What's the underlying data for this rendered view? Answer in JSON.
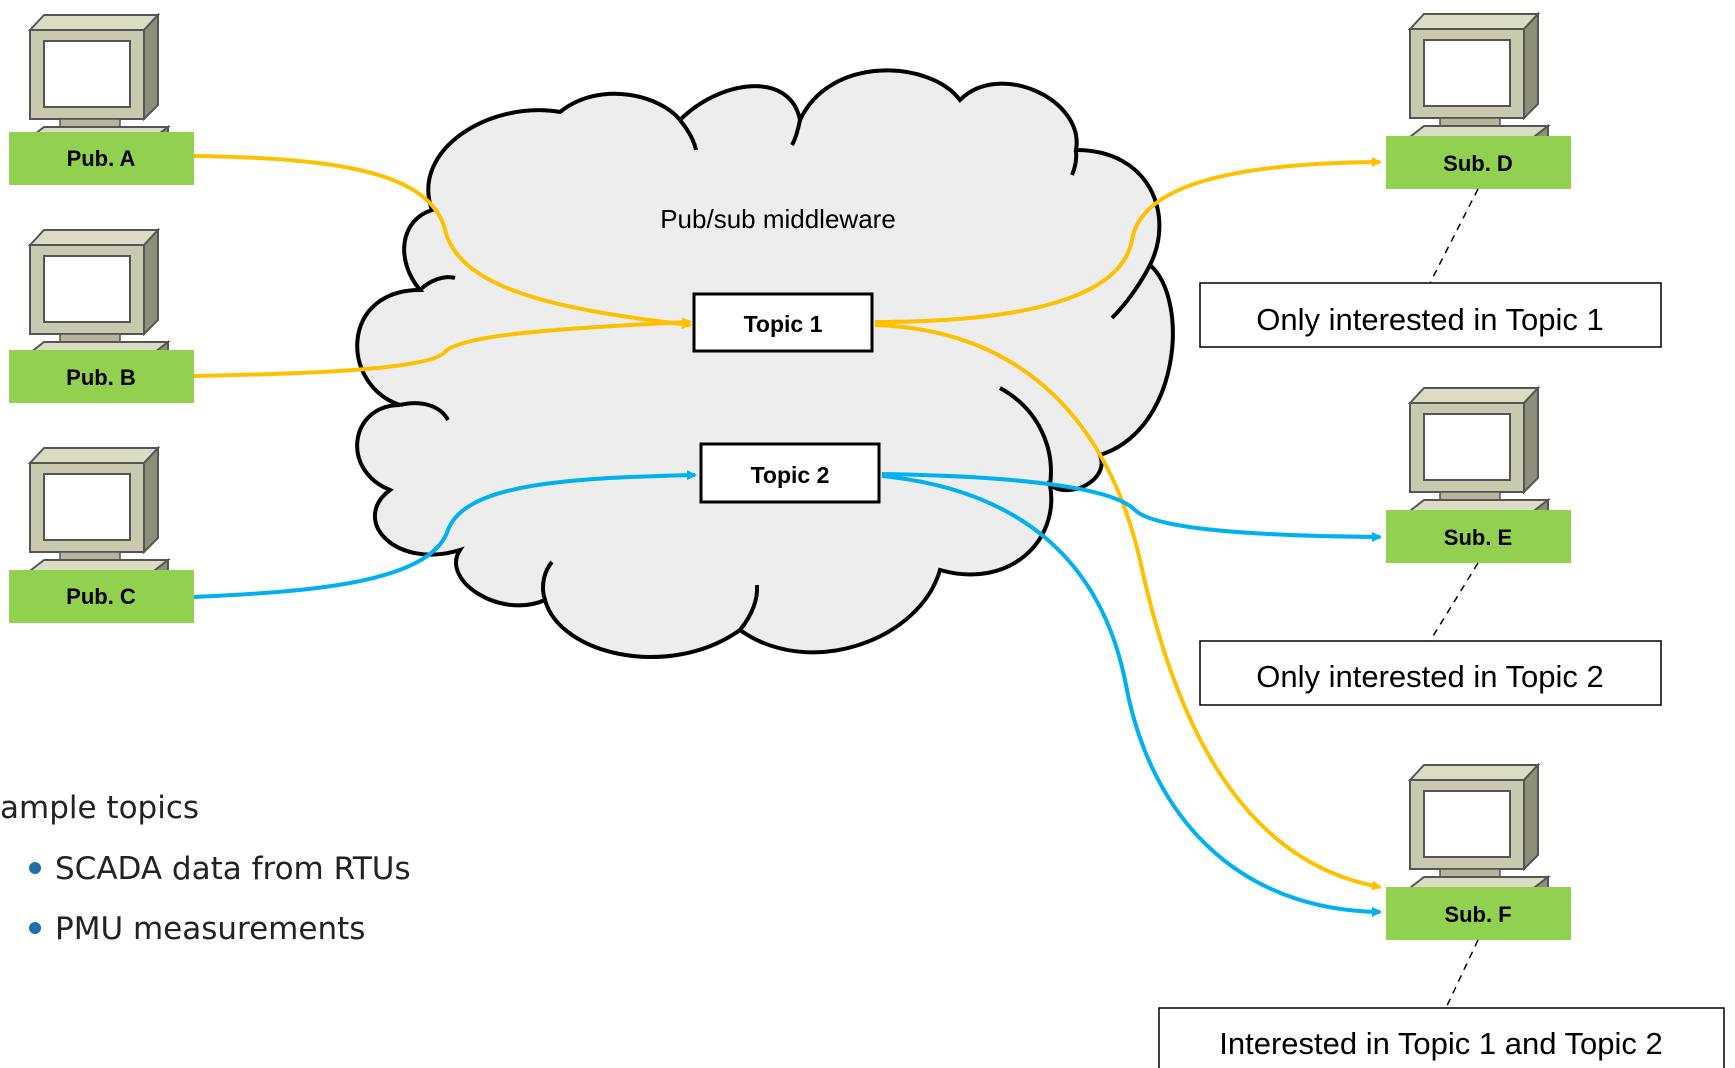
{
  "cloud": {
    "label": "Pub/sub middleware"
  },
  "topics": {
    "topic1": "Topic 1",
    "topic2": "Topic 2"
  },
  "publishers": {
    "a": "Pub. A",
    "b": "Pub. B",
    "c": "Pub. C"
  },
  "subscribers": {
    "d": "Sub. D",
    "e": "Sub. E",
    "f": "Sub. F"
  },
  "notes": {
    "d": "Only interested in Topic 1",
    "e": "Only interested in Topic 2",
    "f": "Interested in Topic 1 and Topic 2"
  },
  "examples": {
    "heading": "ample topics",
    "items": [
      "SCADA data from RTUs",
      "PMU measurements"
    ]
  },
  "colors": {
    "topic1_flow": "#FFC000",
    "topic2_flow": "#00B0F0",
    "node_fill": "#92D050",
    "cloud_fill": "#EDEDED",
    "bullet": "#1F6FA8",
    "computer_body": "#C9C9B0"
  },
  "icons": {
    "computer": "desktop-computer-icon",
    "bullet": "bullet-dot-icon"
  }
}
